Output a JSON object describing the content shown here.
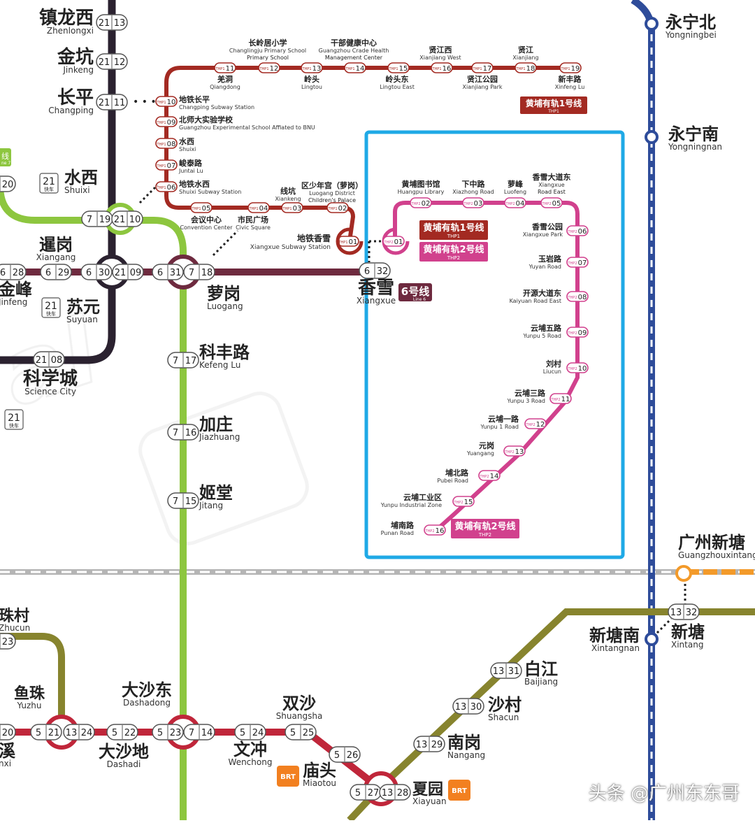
{
  "colors": {
    "line21": "#2b2230",
    "line7": "#8dc63f",
    "line6": "#6e2a3f",
    "line5": "#c0263a",
    "line13": "#87842e",
    "line14": "#2e4c9a",
    "thp1": "#a32a22",
    "thp2": "#d1418d",
    "highlight": "#1fa9e6",
    "rail_gray": "#b5b5b5",
    "line14_dash": "#ffffff"
  },
  "watermark": "头条 @广州东东哥",
  "icons": [
    "loop-arrow-icon",
    "express-bus-icon",
    "brt-icon",
    "interchange-ring-icon"
  ],
  "line_labels": {
    "thp1": {
      "cn": "黄埔有轨1号线",
      "en": "THP1"
    },
    "thp2": {
      "cn": "黄埔有轨2号线",
      "en": "THP2"
    },
    "line6": {
      "cn": "6号线",
      "en": "Line 6"
    }
  },
  "line21_stations": [
    {
      "id": "zhenlongxi",
      "cn": "镇龙西",
      "en": "Zhenlongxi",
      "code": "21 13"
    },
    {
      "id": "jinkeng",
      "cn": "金坑",
      "en": "Jinkeng",
      "code": "21 12"
    },
    {
      "id": "changping",
      "cn": "长平",
      "en": "Changping",
      "code": "21 11"
    },
    {
      "id": "shuixi",
      "cn": "水西",
      "en": "Shuixi",
      "code": "21 10"
    },
    {
      "id": "suyuan",
      "cn": "苏元",
      "en": "Suyuan",
      "code": "21 09"
    },
    {
      "id": "kexuecheng",
      "cn": "科学城",
      "en": "Science City",
      "code": "21 08"
    }
  ],
  "line7_stations": [
    {
      "id": "luogang",
      "cn": "萝岗",
      "en": "Luogang",
      "code": "7 18"
    },
    {
      "id": "kefenglu",
      "cn": "科丰路",
      "en": "Kefeng Lu",
      "code": "7 17"
    },
    {
      "id": "jiazhuang",
      "cn": "加庄",
      "en": "Jiazhuang",
      "code": "7 16"
    },
    {
      "id": "jitang",
      "cn": "姬堂",
      "en": "Jitang",
      "code": "7 15"
    },
    {
      "id": "dashadong",
      "cn": "大沙东",
      "en": "Dashadong",
      "code": "7 14"
    }
  ],
  "line6_stations": [
    {
      "id": "xiangang",
      "cn": "暹岗",
      "en": "Xiangang",
      "code": "6 29"
    },
    {
      "id": "jinfeng",
      "cn": "金峰",
      "en": "Jinfeng",
      "code": "6 28"
    },
    {
      "id": "xiangxue",
      "cn": "香雪",
      "en": "Xiangxue",
      "code": "6 32"
    },
    {
      "id": "suyuan6",
      "cn": "",
      "en": "",
      "code": "6 30"
    },
    {
      "id": "luogang6",
      "cn": "",
      "en": "",
      "code": "6 31"
    }
  ],
  "thp1_stations": [
    {
      "code": "THP1 01",
      "cn": "地铁香雪",
      "en": "Xiangxue Subway Station"
    },
    {
      "code": "THP1 02",
      "cn": "区少年宫（萝岗）",
      "en": "Luogang District Children's Palace"
    },
    {
      "code": "THP1 03",
      "cn": "线坑",
      "en": "Xiankeng"
    },
    {
      "code": "THP1 04",
      "cn": "市民广场",
      "en": "Civic Square"
    },
    {
      "code": "THP1 05",
      "cn": "会议中心",
      "en": "Convention Center"
    },
    {
      "code": "THP1 06",
      "cn": "地铁水西",
      "en": "Shuixi Subway Station"
    },
    {
      "code": "THP1 07",
      "cn": "峻泰路",
      "en": "Juntai Lu"
    },
    {
      "code": "THP1 08",
      "cn": "水西",
      "en": "Shuixi"
    },
    {
      "code": "THP1 09",
      "cn": "北师大实验学校",
      "en": "Guangzhou Experimental School Affiated to BNU"
    },
    {
      "code": "THP1 10",
      "cn": "地铁长平",
      "en": "Changping Subway Station"
    },
    {
      "code": "THP1 11",
      "cn": "羌洞",
      "en": "Qiangdong"
    },
    {
      "code": "THP1 12",
      "cn": "长岭居小学",
      "en": "Changlingju Primary School"
    },
    {
      "code": "THP1 13",
      "cn": "岭头",
      "en": "Lingtou"
    },
    {
      "code": "THP1 14",
      "cn": "干部健康中心",
      "en": "Guangzhou Crade Health Management Center"
    },
    {
      "code": "THP1 15",
      "cn": "岭头东",
      "en": "Lingtou East"
    },
    {
      "code": "THP1 16",
      "cn": "贤江西",
      "en": "Xianjiang West"
    },
    {
      "code": "THP1 17",
      "cn": "贤江公园",
      "en": "Xianjiang Park"
    },
    {
      "code": "THP1 18",
      "cn": "贤江",
      "en": "Xianjiang"
    },
    {
      "code": "THP1 19",
      "cn": "新丰路",
      "en": "Xinfeng Lu"
    }
  ],
  "thp2_stations": [
    {
      "code": "THP2 01",
      "cn": "",
      "en": ""
    },
    {
      "code": "THP2 02",
      "cn": "黄埔图书馆",
      "en": "Huangpu Library"
    },
    {
      "code": "THP2 03",
      "cn": "下中路",
      "en": "Xiazhong Road"
    },
    {
      "code": "THP2 04",
      "cn": "萝峰",
      "en": "Luofeng"
    },
    {
      "code": "THP2 05",
      "cn": "香雪大道东",
      "en": "Xiangxue Road East"
    },
    {
      "code": "THP2 06",
      "cn": "香雪公园",
      "en": "Xiangxue Park"
    },
    {
      "code": "THP2 07",
      "cn": "玉岩路",
      "en": "Yuyan Road"
    },
    {
      "code": "THP2 08",
      "cn": "开源大道东",
      "en": "Kaiyuan Road East"
    },
    {
      "code": "THP2 09",
      "cn": "云埔五路",
      "en": "Yunpu 5 Road"
    },
    {
      "code": "THP2 10",
      "cn": "刘村",
      "en": "Liucun"
    },
    {
      "code": "THP2 11",
      "cn": "云埔三路",
      "en": "Yunpu 3 Road"
    },
    {
      "code": "THP2 12",
      "cn": "云埔一路",
      "en": "Yunpu 1 Road"
    },
    {
      "code": "THP2 13",
      "cn": "元岗",
      "en": "Yuangang"
    },
    {
      "code": "THP2 14",
      "cn": "埔北路",
      "en": "Pubei Road"
    },
    {
      "code": "THP2 15",
      "cn": "云埔工业区",
      "en": "Yunpu Industrial Zone"
    },
    {
      "code": "THP2 16",
      "cn": "埔南路",
      "en": "Punan Road"
    }
  ],
  "line14_stations": [
    {
      "cn": "永宁北",
      "en": "Yongningbei"
    },
    {
      "cn": "永宁南",
      "en": "Yongningnan"
    },
    {
      "cn": "新塘南",
      "en": "Xintangnan"
    }
  ],
  "line13_stations": [
    {
      "cn": "新塘",
      "en": "Xintang",
      "code": "13 32"
    },
    {
      "cn": "白江",
      "en": "Baijiang",
      "code": "13 31"
    },
    {
      "cn": "沙村",
      "en": "Shacun",
      "code": "13 30"
    },
    {
      "cn": "南岗",
      "en": "Nangang",
      "code": "13 29"
    },
    {
      "cn": "夏园",
      "en": "Xiayuan",
      "code": "13 28"
    },
    {
      "cn": "",
      "en": "",
      "code": "13 24"
    }
  ],
  "line5_stations": [
    {
      "cn": "鱼珠",
      "en": "Yuzhu",
      "code": "5 21"
    },
    {
      "cn": "大沙地",
      "en": "Dashadi",
      "code": "5 22"
    },
    {
      "cn": "",
      "en": "",
      "code": "5 23"
    },
    {
      "cn": "文冲",
      "en": "Wenchong",
      "code": "5 24"
    },
    {
      "cn": "双沙",
      "en": "Shuangsha",
      "code": "5 25"
    },
    {
      "cn": "庙头",
      "en": "Miaotou",
      "code": "5 26"
    },
    {
      "cn": "",
      "en": "",
      "code": "5 27"
    }
  ],
  "other_labels": {
    "guangzhouxintang": {
      "cn": "广州新塘",
      "en": "Guangzhouxintang"
    },
    "zhucun": {
      "cn": "珠村",
      "en": "Zhucun",
      "code": "23"
    },
    "xi_partial": {
      "cn": "溪",
      "en": "nxi",
      "code": "20"
    },
    "jinfeng_partial": {
      "cn": "金峰",
      "en": "Jinfeng"
    },
    "express_tag": {
      "cn": "快车",
      "en": "Express",
      "num": "21"
    },
    "line_partial": {
      "cn": "线",
      "en": "ne 7"
    },
    "left_20": "20"
  }
}
